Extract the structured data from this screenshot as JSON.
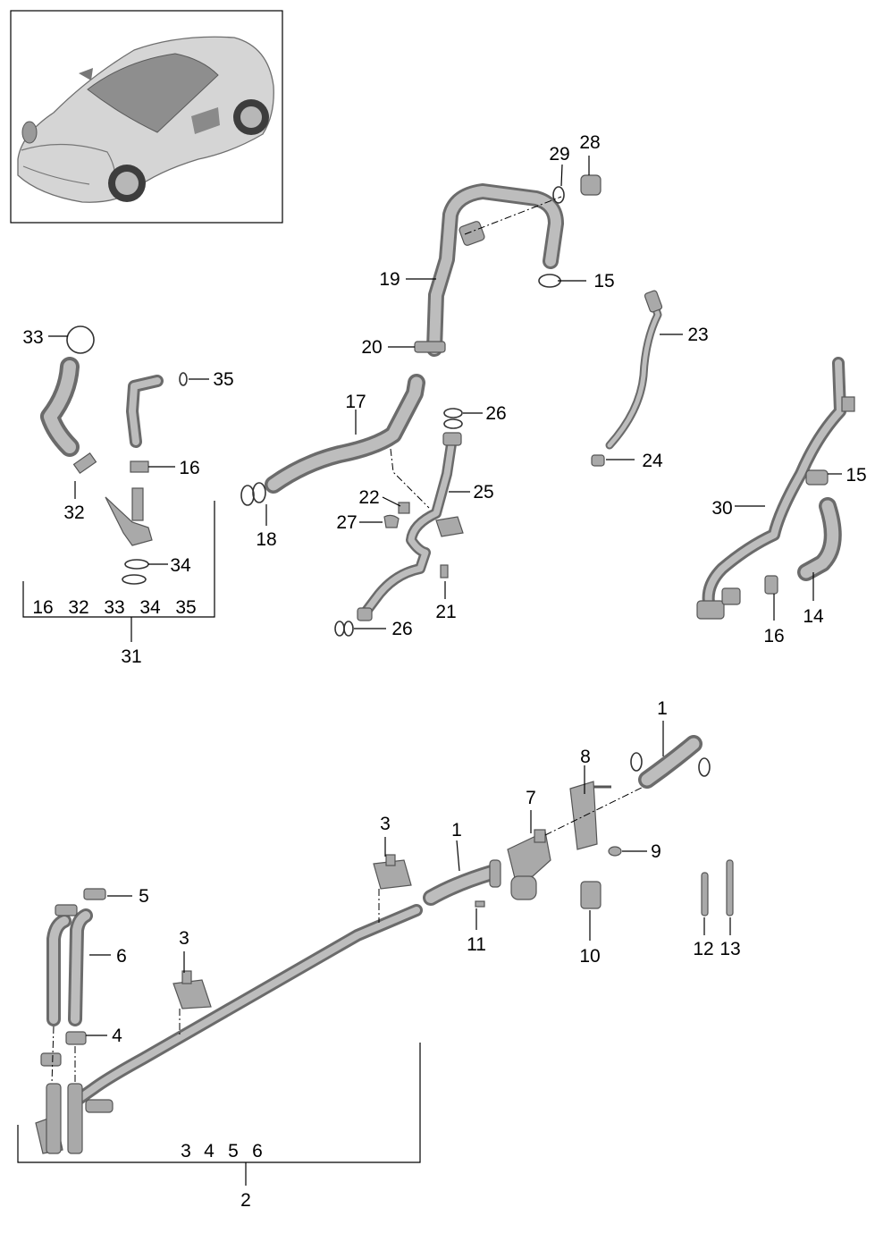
{
  "diagram": {
    "callouts": {
      "n1a": "1",
      "n1b": "1",
      "n2": "2",
      "n3a": "3",
      "n3b": "3",
      "n4": "4",
      "n5": "5",
      "n6": "6",
      "n7": "7",
      "n8": "8",
      "n9": "9",
      "n10": "10",
      "n11": "11",
      "n12": "12",
      "n13": "13",
      "n14": "14",
      "n15a": "15",
      "n15b": "15",
      "n16a": "16",
      "n16b": "16",
      "n17": "17",
      "n18": "18",
      "n19": "19",
      "n20": "20",
      "n21": "21",
      "n22": "22",
      "n23": "23",
      "n24": "24",
      "n25": "25",
      "n26a": "26",
      "n26b": "26",
      "n27": "27",
      "n28": "28",
      "n29": "29",
      "n30": "30",
      "n31": "31",
      "n32": "32",
      "n33": "33",
      "n34": "34",
      "n35": "35"
    },
    "group_31": {
      "label": "31",
      "members": [
        "16",
        "32",
        "33",
        "34",
        "35"
      ]
    },
    "group_2": {
      "label": "2",
      "members": [
        "3",
        "4",
        "5",
        "6"
      ]
    }
  },
  "colors": {
    "part_fill": "#a9a9a9",
    "part_edge": "#555555",
    "background": "#ffffff"
  }
}
